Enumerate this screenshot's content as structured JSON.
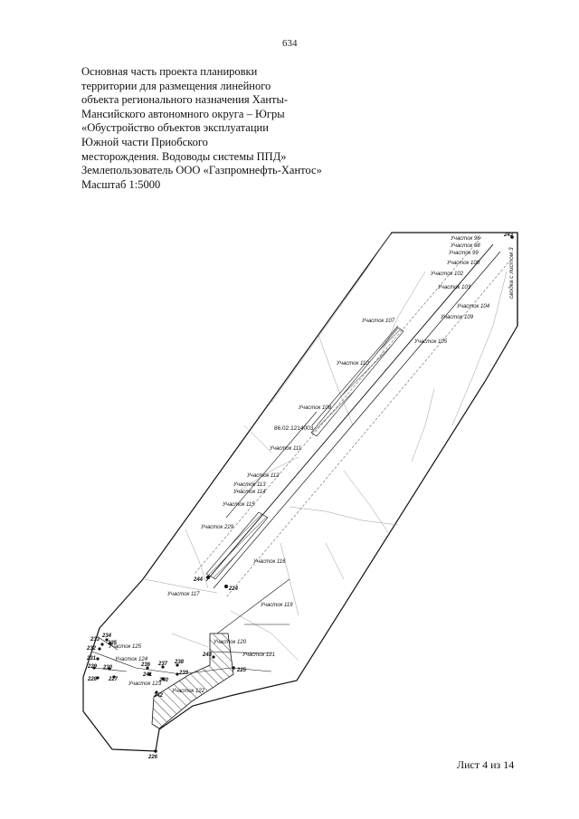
{
  "header": {
    "page_number": "634",
    "title_lines": [
      "Основная часть проекта планировки",
      "территории для размещения линейного",
      "объекта регионального назначения Ханты-",
      "Мансийского автономного округа – Югры",
      "«Обустройство объектов эксплуатации",
      " Южной части Приобского",
      "месторождения. Водоводы системы ППД»",
      "Землепользователь ООО «Газпромнефть-Хантос»",
      "Масштаб 1:5000"
    ]
  },
  "map": {
    "cadastral_code": "86.02.1214003",
    "side_note": "сводка с листом 3",
    "parcels": [
      {
        "id": "p96",
        "text": "Участок 96"
      },
      {
        "id": "p98",
        "text": "Участок 98"
      },
      {
        "id": "p99",
        "text": "Участок 99"
      },
      {
        "id": "p100",
        "text": "Участок 100"
      },
      {
        "id": "p102",
        "text": "Участок 102"
      },
      {
        "id": "p103",
        "text": "Участок 103"
      },
      {
        "id": "p104",
        "text": "Участок 104"
      },
      {
        "id": "p107",
        "text": "Участок 107"
      },
      {
        "id": "p109",
        "text": "Участок 109"
      },
      {
        "id": "p105",
        "text": "Участок 105"
      },
      {
        "id": "p110",
        "text": "Участок 110"
      },
      {
        "id": "p108",
        "text": "Участок 108"
      },
      {
        "id": "p111",
        "text": "Участок 111"
      },
      {
        "id": "p112",
        "text": "Участок 112"
      },
      {
        "id": "p113",
        "text": "Участок 113"
      },
      {
        "id": "p114",
        "text": "Участок 114"
      },
      {
        "id": "p115",
        "text": "Участок 115"
      },
      {
        "id": "p229",
        "text": "Участок 229"
      },
      {
        "id": "p116",
        "text": "Участок 116"
      },
      {
        "id": "p117",
        "text": "Участок 117"
      },
      {
        "id": "p119",
        "text": "Участок 119"
      },
      {
        "id": "p120",
        "text": "Участок 120"
      },
      {
        "id": "p121",
        "text": "Участок 121"
      },
      {
        "id": "p125",
        "text": "Участок 125"
      },
      {
        "id": "p124",
        "text": "Участок 124"
      },
      {
        "id": "p123",
        "text": "Участок 123"
      },
      {
        "id": "p122",
        "text": "Участок 122"
      }
    ],
    "points": [
      {
        "id": "243",
        "text": "243"
      },
      {
        "id": "244",
        "text": "244"
      },
      {
        "id": "224",
        "text": "224"
      },
      {
        "id": "234",
        "text": "234"
      },
      {
        "id": "233",
        "text": "233"
      },
      {
        "id": "235",
        "text": "235"
      },
      {
        "id": "232",
        "text": "232"
      },
      {
        "id": "231",
        "text": "231"
      },
      {
        "id": "229",
        "text": "229"
      },
      {
        "id": "230",
        "text": "230"
      },
      {
        "id": "228",
        "text": "228"
      },
      {
        "id": "227",
        "text": "227"
      },
      {
        "id": "236",
        "text": "236"
      },
      {
        "id": "237",
        "text": "237"
      },
      {
        "id": "238",
        "text": "238"
      },
      {
        "id": "239",
        "text": "239"
      },
      {
        "id": "240",
        "text": "240"
      },
      {
        "id": "241",
        "text": "241"
      },
      {
        "id": "242",
        "text": "242"
      },
      {
        "id": "243b",
        "text": "243"
      },
      {
        "id": "225",
        "text": "225"
      },
      {
        "id": "226",
        "text": "226"
      }
    ]
  },
  "footer": {
    "sheet": "Лист 4 из 14"
  }
}
